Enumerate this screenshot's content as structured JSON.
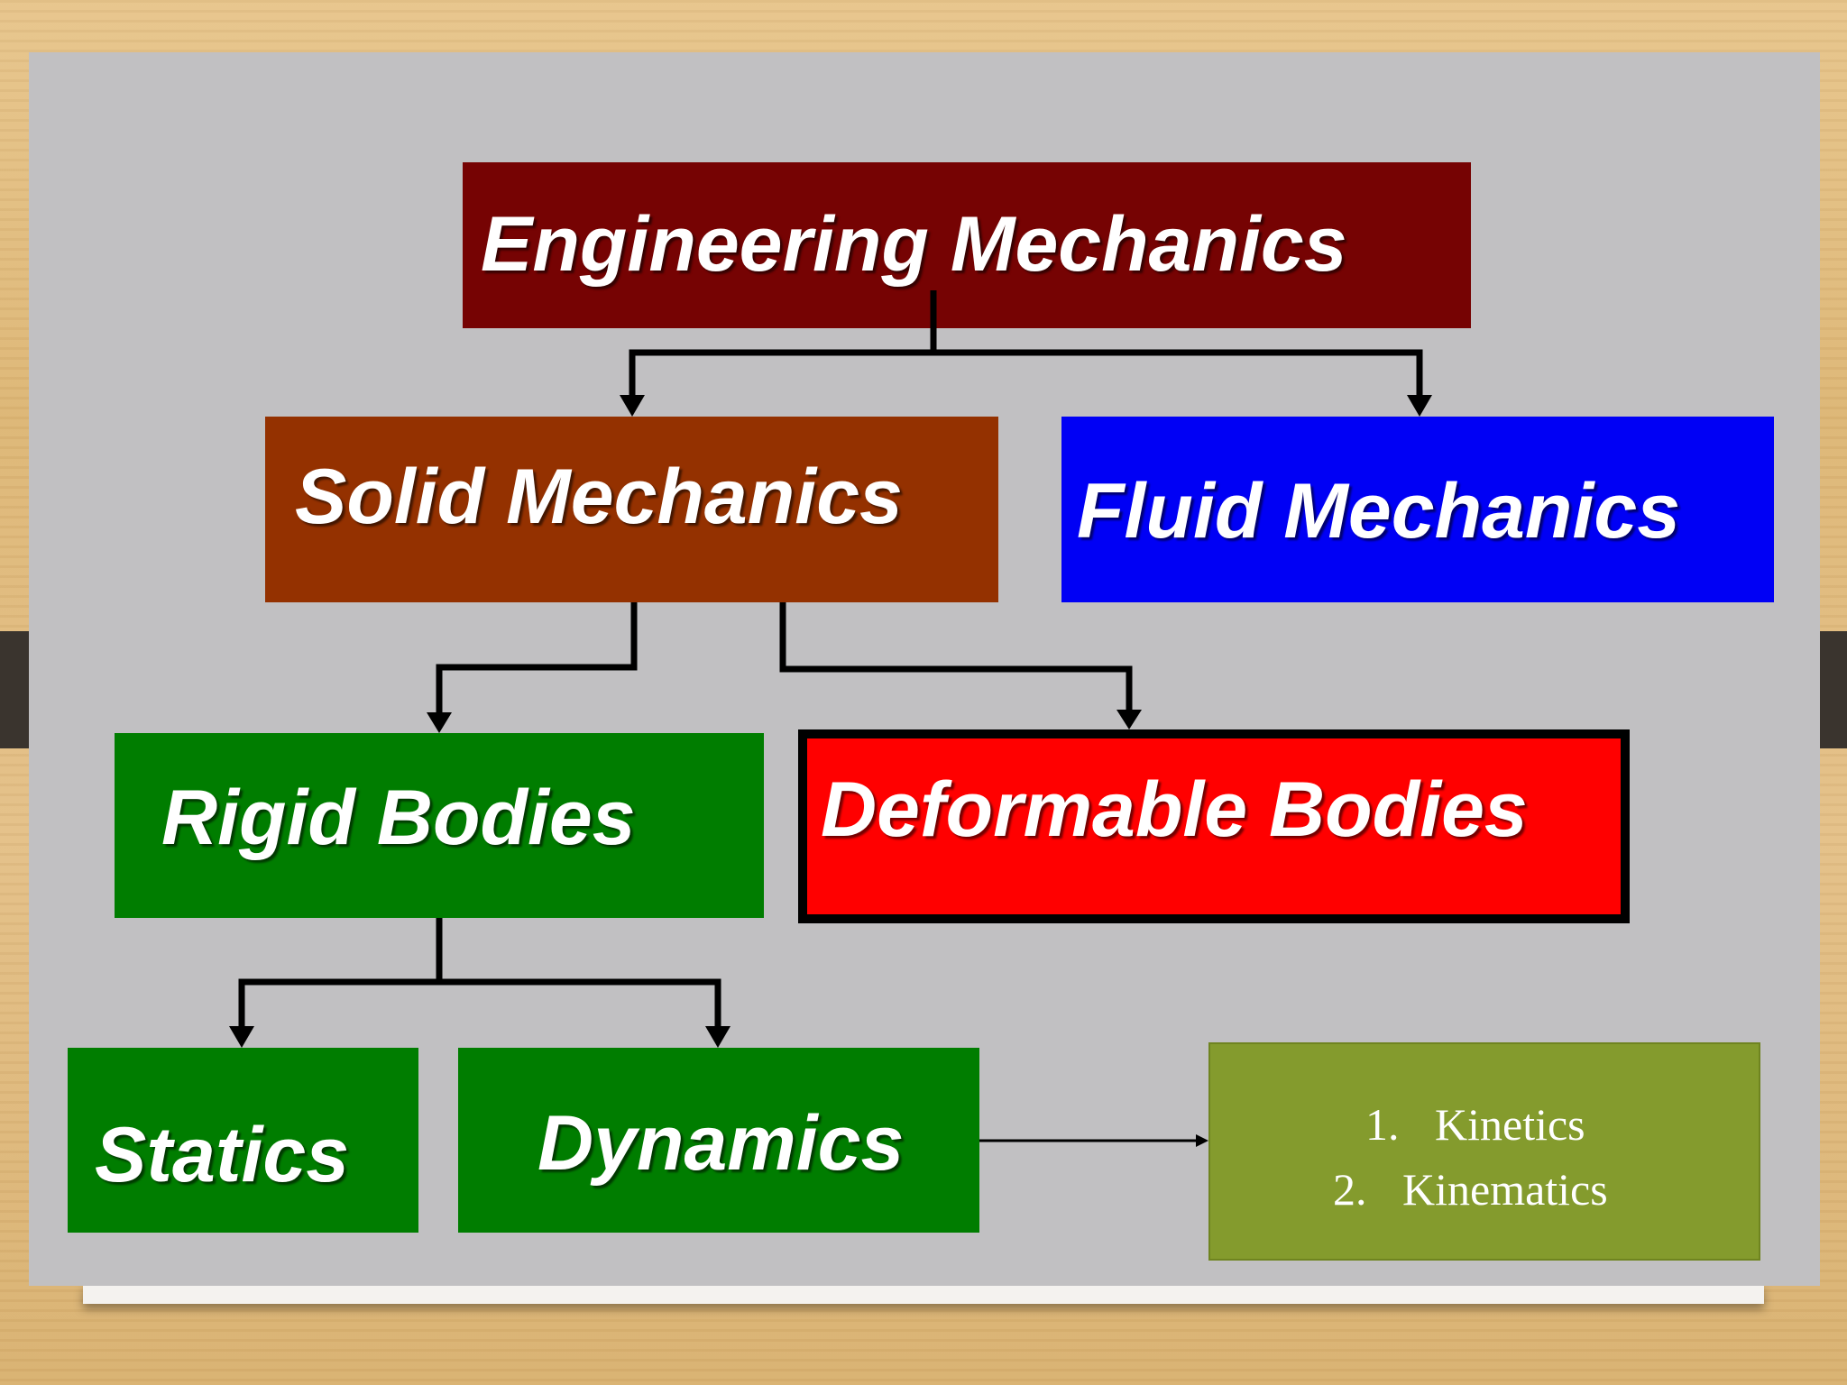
{
  "slide": {
    "background": "#c1c0c2",
    "boxes": {
      "engineering_mechanics": {
        "label": "Engineering Mechanics",
        "color": "#760303"
      },
      "solid_mechanics": {
        "label": "Solid Mechanics",
        "color": "#943100"
      },
      "fluid_mechanics": {
        "label": "Fluid Mechanics",
        "color": "#0000f5"
      },
      "rigid_bodies": {
        "label": "Rigid Bodies",
        "color": "#007d00"
      },
      "deformable_bodies": {
        "label": "Deformable Bodies",
        "color": "#ff0000"
      },
      "statics": {
        "label": "Statics",
        "color": "#007d00"
      },
      "dynamics": {
        "label": "Dynamics",
        "color": "#007d00"
      },
      "dynamics_branches": {
        "color": "#849b2d",
        "items": [
          {
            "number": "1.",
            "text": "Kinetics"
          },
          {
            "number": "2.",
            "text": "Kinematics"
          }
        ]
      }
    }
  }
}
